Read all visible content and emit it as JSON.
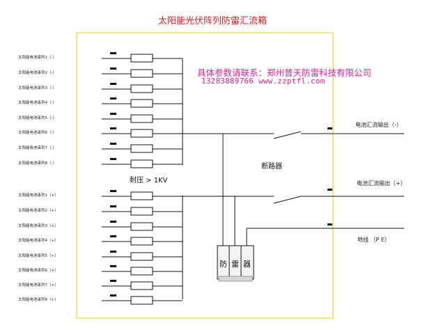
{
  "title": "太阳能光伏阵列防雷汇流箱",
  "contact": {
    "text": "具体参数请联系：郑州普天防雷科技有限公司",
    "phone": "13283889766  www.zzptfl.com",
    "color": "#e0209a"
  },
  "inputs_negative": [
    "太阳能电池串列1（-）",
    "太阳能电池串列2（-）",
    "太阳能电池串列3（-）",
    "太阳能电池串列4（-）",
    "太阳能电池串列5（-）",
    "太阳能电池串列6（-）",
    "太阳能电池串列7（-）",
    "太阳能电池串列8（-）"
  ],
  "inputs_positive": [
    "太阳能电池串列1（+）",
    "太阳能电池串列2（+）",
    "太阳能电池串列3（+）",
    "太阳能电池串列4（+）",
    "太阳能电池串列5（+）",
    "太阳能电池串列6（+）",
    "太阳能电池串列7（+）",
    "太阳能电池串列8（+）"
  ],
  "voltage_label": "耐压 > 1KV",
  "breaker_label": "断路器",
  "outputs": {
    "negative": "电池汇流输出（-）",
    "positive": "电池汇流输出（+）",
    "ground": "地线 （P E）"
  },
  "arrester": [
    "防",
    "雷",
    "器"
  ],
  "colors": {
    "title": "#e02020",
    "enclosure": "#f5e04a",
    "line": "#111111"
  }
}
